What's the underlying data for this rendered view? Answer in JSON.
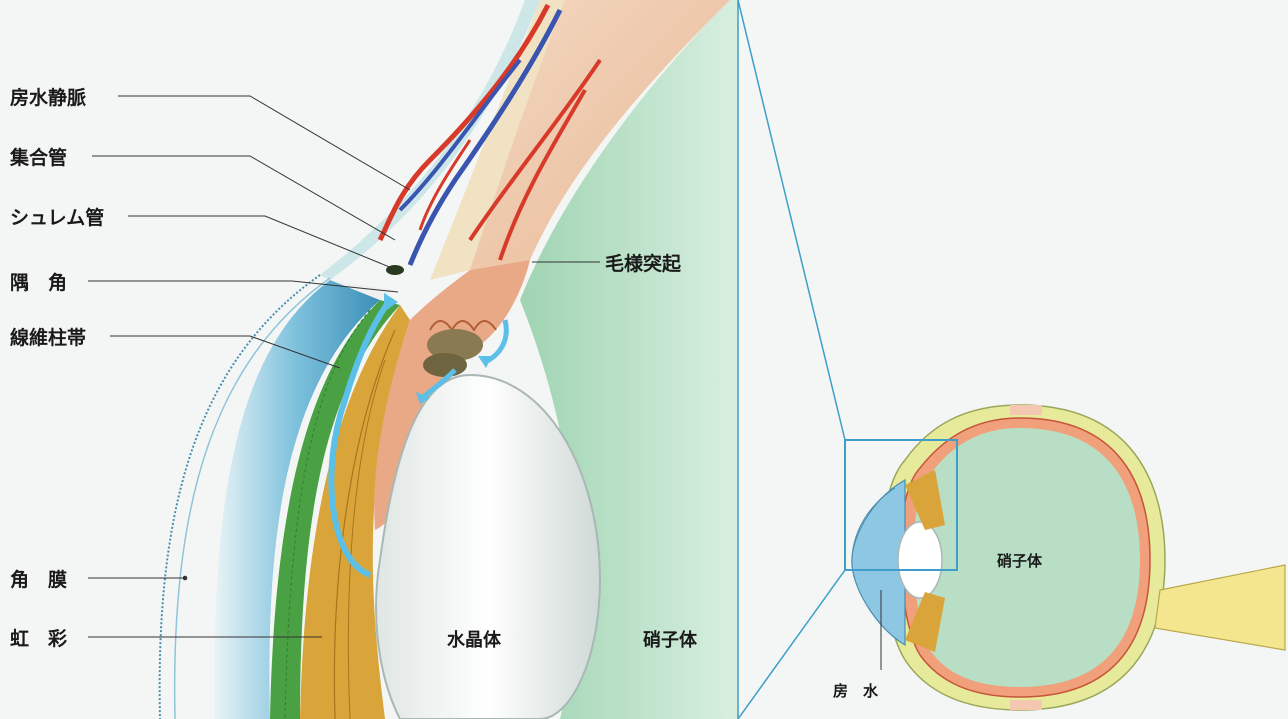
{
  "labels": {
    "aqueous_vein": "房水静脈",
    "collector_channel": "集合管",
    "schlemm_canal": "シュレム管",
    "angle": "隅　角",
    "trabecular_meshwork": "線維柱帯",
    "cornea": "角　膜",
    "iris": "虹　彩",
    "ciliary_process": "毛様突起",
    "lens": "水晶体",
    "vitreous": "硝子体"
  },
  "inset": {
    "vitreous": "硝子体",
    "aqueous": "房　水"
  },
  "colors": {
    "vitreous": "#b8dfc6",
    "lens": "#f2f4f3",
    "cornea": "#5aa9cf",
    "iris": "#d9a53a",
    "trabecular": "#3f9a3c",
    "ciliary": "#e8a987",
    "artery": "#d83a2a",
    "vein": "#3a55b0",
    "flow_arrow": "#5bbfe8",
    "frame": "#3f9ec9"
  }
}
